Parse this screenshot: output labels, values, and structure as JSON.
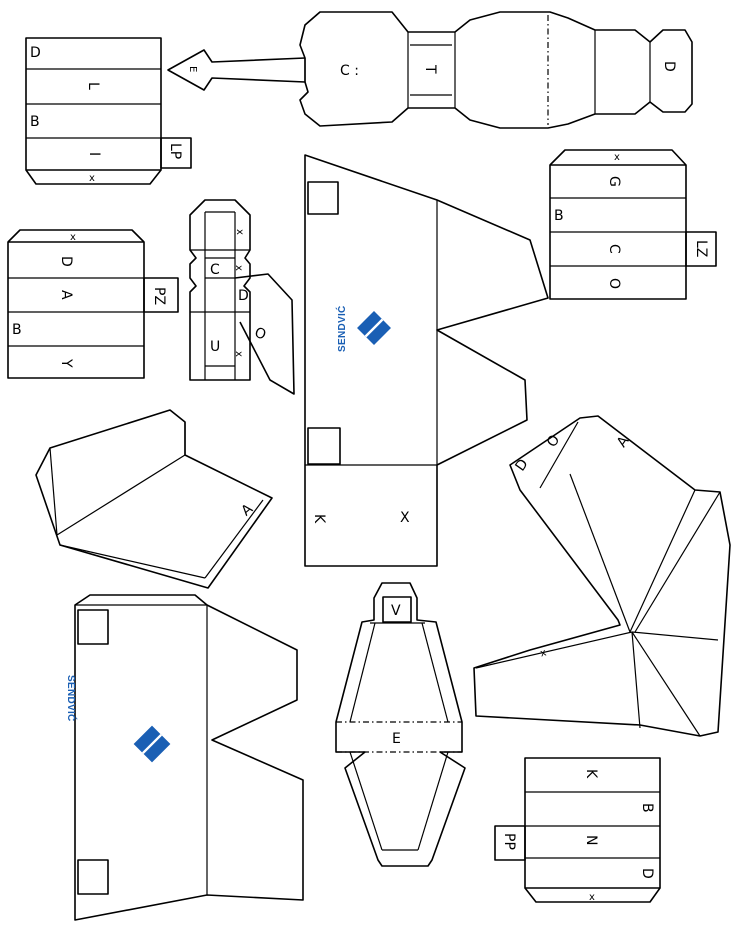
{
  "colors": {
    "line": "#000000",
    "brand": "#1a5fb4",
    "paper": "#ffffff"
  },
  "brand": {
    "name": "SENDVIĆ"
  },
  "labels": {
    "top_left": {
      "d": "D",
      "l": "L",
      "b": "B",
      "i": "I",
      "lp": "LP",
      "x": "x",
      "e": "E"
    },
    "body": {
      "c": "C :",
      "t": "T",
      "d": "D"
    },
    "left_mid": {
      "x": "x",
      "d": "D",
      "a": "A",
      "pz": "PZ",
      "b": "B",
      "y": "Y"
    },
    "small_box": {
      "x1": "x",
      "x2": "x",
      "x3": "x",
      "c": "C",
      "d": "D",
      "u": "U",
      "o": "O"
    },
    "right_box": {
      "x": "x",
      "g": "G",
      "b": "B",
      "c": "C",
      "o": "O",
      "lz": "LZ"
    },
    "big_truck": {
      "k": "K",
      "x": "X"
    },
    "wing": {
      "a": "A"
    },
    "right_shape": {
      "o": "O",
      "d": "D",
      "a": "A",
      "x": "x"
    },
    "bottle": {
      "v": "V",
      "e": "E"
    },
    "bottom_right": {
      "k": "K",
      "b": "B",
      "n": "N",
      "pp": "PP",
      "d": "D",
      "x": "x"
    }
  }
}
